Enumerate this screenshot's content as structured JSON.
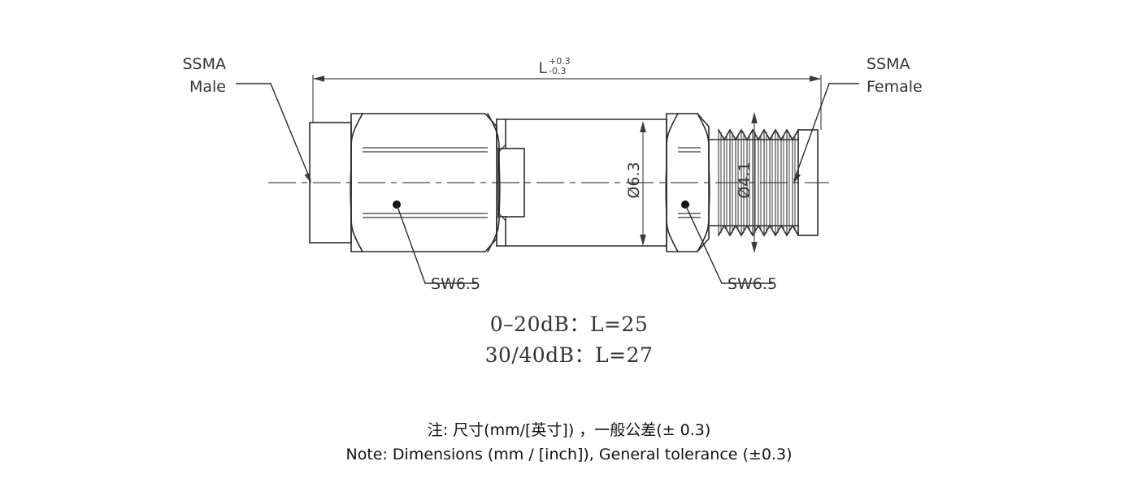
{
  "drawing": {
    "type": "mechanical-dimension-drawing",
    "subject": "SSMA coaxial attenuator outline drawing",
    "background_color": "#ffffff",
    "line_color": "#2b2b2b"
  },
  "callouts": {
    "left_connector_line1": "SSMA",
    "left_connector_line2": "Male",
    "right_connector_line1": "SSMA",
    "right_connector_line2": "Female",
    "sw_left": "SW6.5",
    "sw_right": "SW6.5"
  },
  "dimensions": {
    "overall_length_symbol": "L",
    "overall_length_tol_upper": "+0.3",
    "overall_length_tol_lower": "-0.3",
    "body_diameter": "Ø6.3",
    "thread_diameter": "Ø4.1"
  },
  "length_table": {
    "row1": "0–20dB：L=25",
    "row2": "30/40dB：L=27"
  },
  "notes": {
    "chinese": "注: 尺寸(mm/[英寸]) ，一般公差(± 0.3)",
    "english": "Note: Dimensions (mm / [inch]), General tolerance (±0.3)"
  }
}
